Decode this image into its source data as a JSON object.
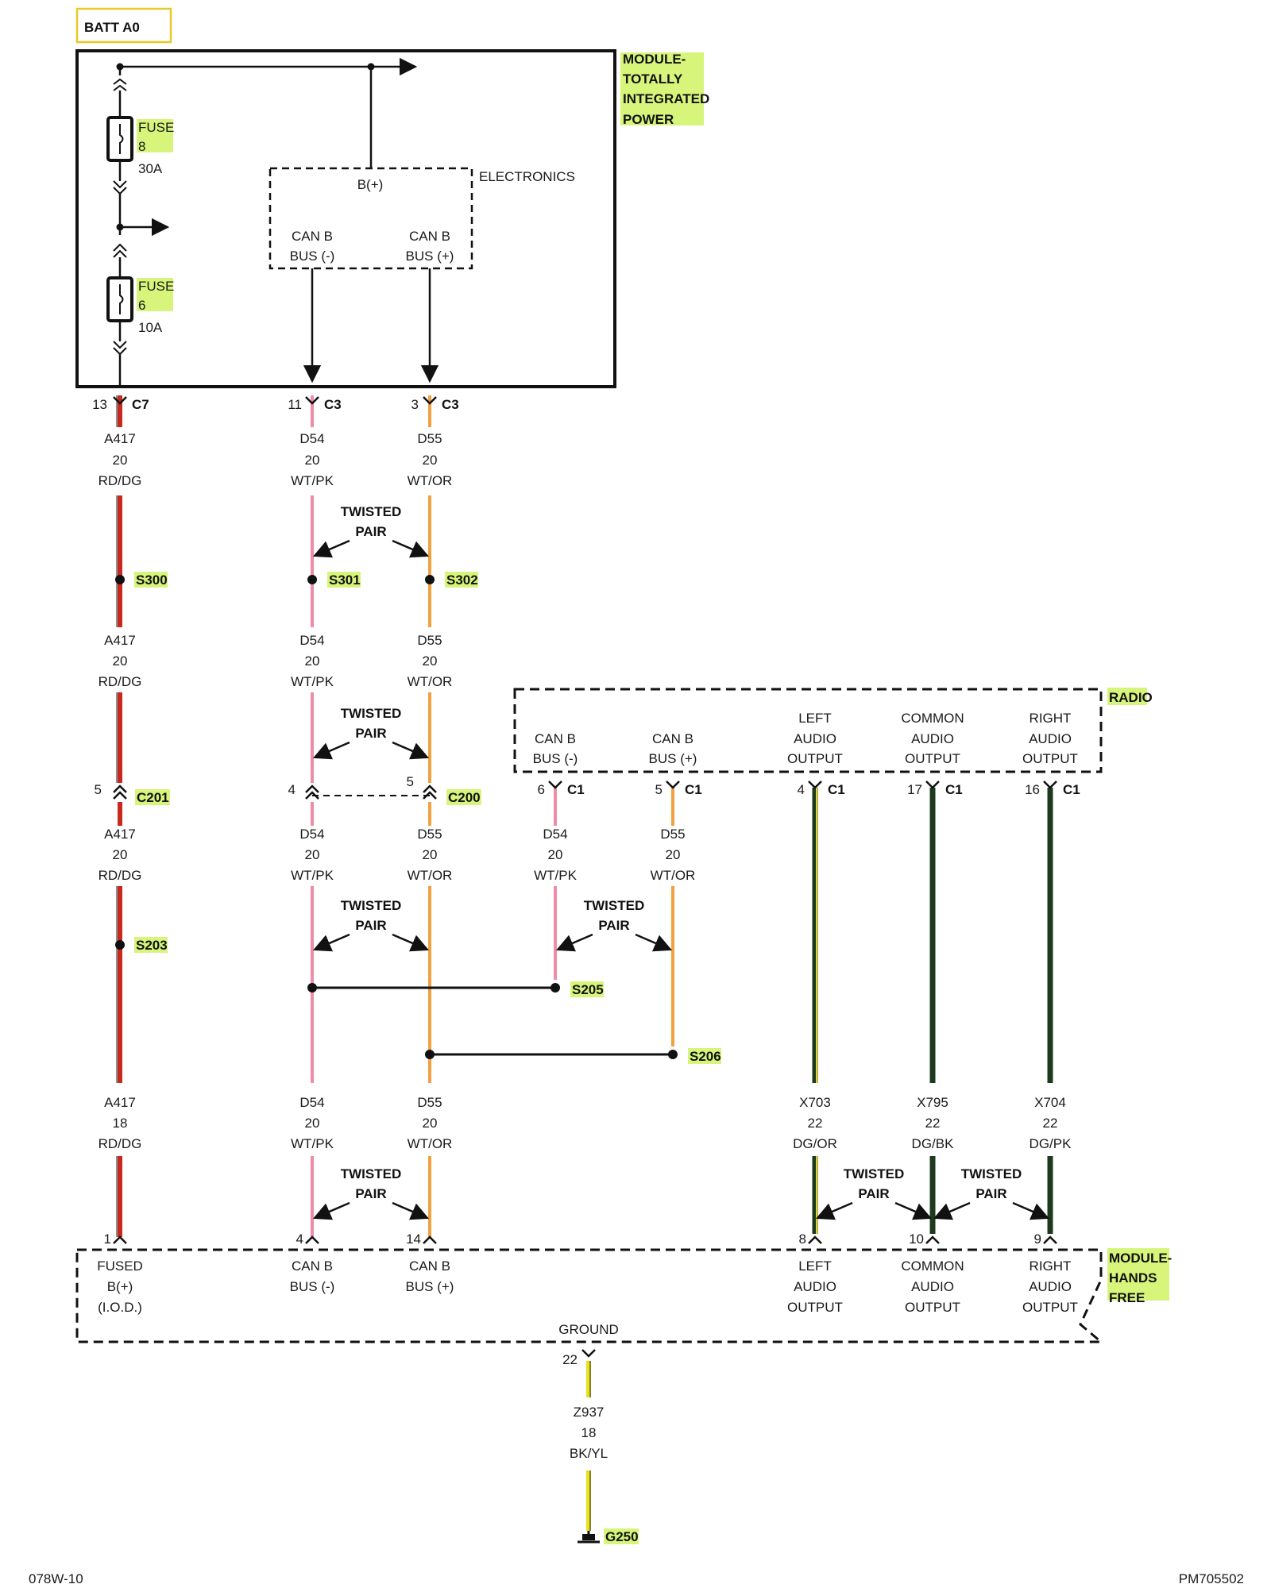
{
  "title_box": "BATT A0",
  "module_tip": {
    "lines": [
      "MODULE-",
      "TOTALLY",
      "INTEGRATED",
      "POWER"
    ]
  },
  "fuses": [
    {
      "label": "FUSE",
      "number": "8",
      "rating": "30A"
    },
    {
      "label": "FUSE",
      "number": "6",
      "rating": "10A"
    }
  ],
  "electronics": {
    "label": "ELECTRONICS",
    "bplus": "B(+)",
    "can_minus": [
      "CAN B",
      "BUS (-)"
    ],
    "can_plus": [
      "CAN B",
      "BUS (+)"
    ]
  },
  "connectors_top": [
    {
      "pin": "13",
      "conn": "C7"
    },
    {
      "pin": "11",
      "conn": "C3"
    },
    {
      "pin": "3",
      "conn": "C3"
    }
  ],
  "wire_labels": {
    "a417_1": [
      "A417",
      "20",
      "RD/DG"
    ],
    "d54_1": [
      "D54",
      "20",
      "WT/PK"
    ],
    "d55_1": [
      "D55",
      "20",
      "WT/OR"
    ],
    "a417_2": [
      "A417",
      "20",
      "RD/DG"
    ],
    "d54_2": [
      "D54",
      "20",
      "WT/PK"
    ],
    "d55_2": [
      "D55",
      "20",
      "WT/OR"
    ],
    "a417_3": [
      "A417",
      "20",
      "RD/DG"
    ],
    "d54_3": [
      "D54",
      "20",
      "WT/PK"
    ],
    "d55_3": [
      "D55",
      "20",
      "WT/OR"
    ],
    "d54_r": [
      "D54",
      "20",
      "WT/PK"
    ],
    "d55_r": [
      "D55",
      "20",
      "WT/OR"
    ],
    "a417_4": [
      "A417",
      "18",
      "RD/DG"
    ],
    "d54_4": [
      "D54",
      "20",
      "WT/PK"
    ],
    "d55_4": [
      "D55",
      "20",
      "WT/OR"
    ],
    "x703": [
      "X703",
      "22",
      "DG/OR"
    ],
    "x795": [
      "X795",
      "22",
      "DG/BK"
    ],
    "x704": [
      "X704",
      "22",
      "DG/PK"
    ],
    "z937": [
      "Z937",
      "18",
      "BK/YL"
    ]
  },
  "twisted_pair": [
    "TWISTED",
    "PAIR"
  ],
  "splices": {
    "s300": "S300",
    "s301": "S301",
    "s302": "S302",
    "s203": "S203",
    "s205": "S205",
    "s206": "S206"
  },
  "inline": {
    "c201": {
      "pin": "5",
      "conn": "C201"
    },
    "c200": {
      "pin_left": "4",
      "pin_right": "5",
      "conn": "C200"
    }
  },
  "radio": {
    "label": "RADIO",
    "cols": [
      [
        "CAN B",
        "BUS (-)"
      ],
      [
        "CAN B",
        "BUS (+)"
      ],
      [
        "LEFT",
        "AUDIO",
        "OUTPUT"
      ],
      [
        "COMMON",
        "AUDIO",
        "OUTPUT"
      ],
      [
        "RIGHT",
        "AUDIO",
        "OUTPUT"
      ]
    ],
    "pins": [
      {
        "pin": "6",
        "conn": "C1"
      },
      {
        "pin": "5",
        "conn": "C1"
      },
      {
        "pin": "4",
        "conn": "C1"
      },
      {
        "pin": "17",
        "conn": "C1"
      },
      {
        "pin": "16",
        "conn": "C1"
      }
    ]
  },
  "hands_free": {
    "module": [
      "MODULE-",
      "HANDS",
      "FREE"
    ],
    "pins": [
      "1",
      "4",
      "14",
      "8",
      "10",
      "9"
    ],
    "cols": [
      [
        "FUSED",
        "B(+)",
        "(I.O.D.)"
      ],
      [
        "CAN B",
        "BUS (-)"
      ],
      [
        "CAN B",
        "BUS (+)"
      ],
      [
        "LEFT",
        "AUDIO",
        "OUTPUT"
      ],
      [
        "COMMON",
        "AUDIO",
        "OUTPUT"
      ],
      [
        "RIGHT",
        "AUDIO",
        "OUTPUT"
      ]
    ],
    "ground": "GROUND",
    "ground_pin": "22"
  },
  "ground_point": "G250",
  "footer_left": "078W-10",
  "footer_right": "PM705502",
  "wire_colors": {
    "red": "#c8281e",
    "pink": "#f08ca8",
    "orange": "#f2a040",
    "dark_green": "#1e3a1e",
    "yellow": "#e6e01e",
    "highlight": "#d7f57a"
  }
}
